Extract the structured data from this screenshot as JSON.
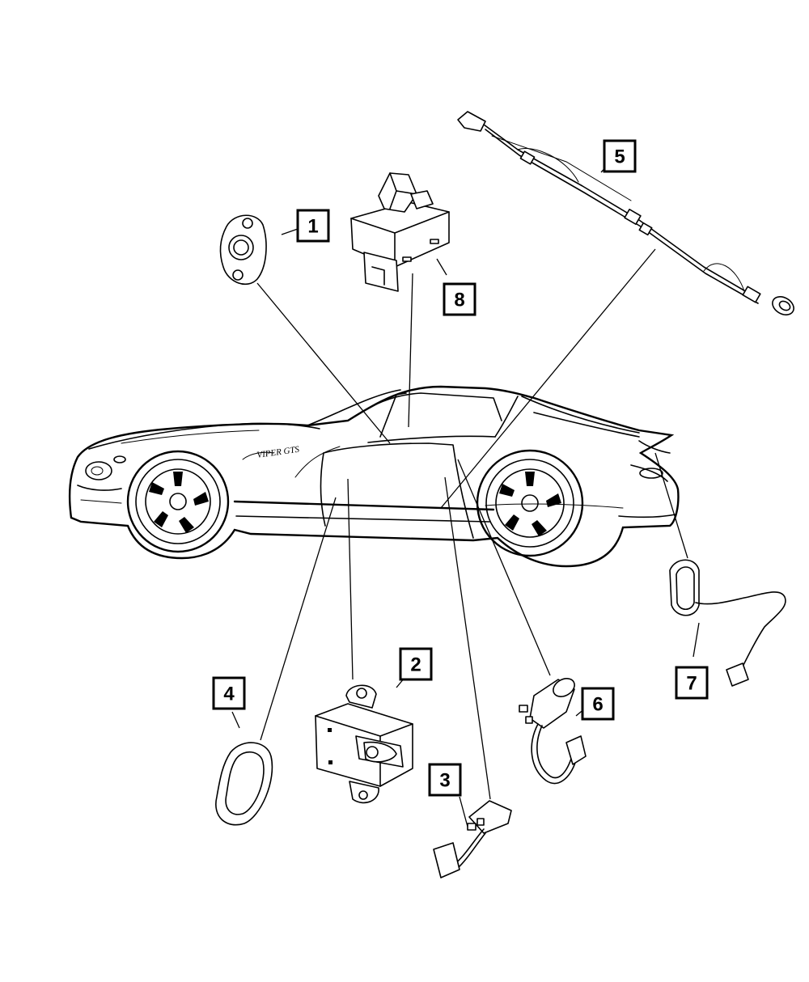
{
  "callouts": [
    "1",
    "2",
    "3",
    "4",
    "5",
    "6",
    "7",
    "8"
  ],
  "badge_text": "VIPER GTS",
  "colors": {
    "ink": "#000000",
    "paper": "#ffffff"
  }
}
